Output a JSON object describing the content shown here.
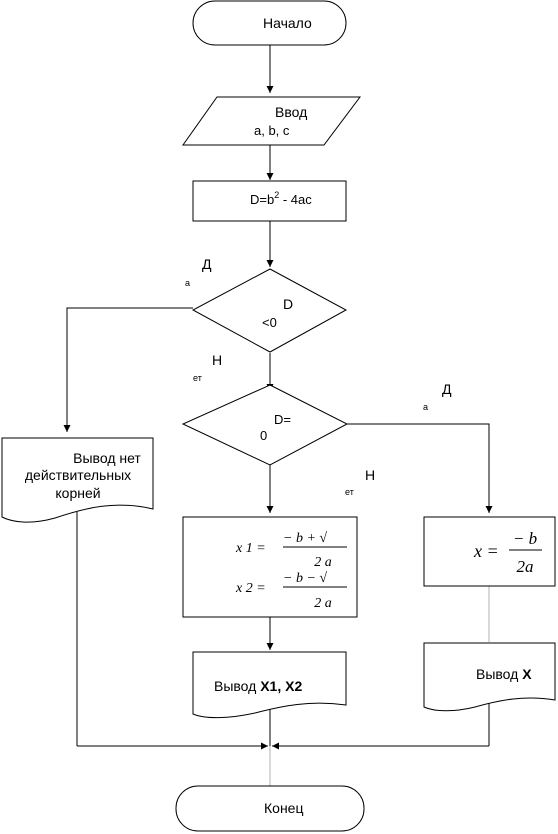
{
  "start": {
    "label": "Начало"
  },
  "input": {
    "title": "Ввод",
    "vars": "a, b, c"
  },
  "discriminant": {
    "left": "D=b",
    "sup": "2",
    "right": " - 4ac"
  },
  "decision1": {
    "line1": "D",
    "line2": "<0",
    "yes": "Д",
    "yes_tail": "а",
    "no": "Н",
    "no_tail": "ет"
  },
  "decision2": {
    "line1": "D=",
    "line2": "0",
    "yes": "Д",
    "yes_tail": "а",
    "no": "Н",
    "no_tail": "ет"
  },
  "no_roots": {
    "line1": "Вывод нет",
    "line2": "действительных",
    "line3": "корней"
  },
  "roots": {
    "x1_lhs": "x 1  =",
    "x1_num": "− b  +  √",
    "x2_lhs": "x 2  =",
    "x2_num": "− b  −  √",
    "den": "2 a"
  },
  "single_root": {
    "lhs": "x =",
    "num": "− b",
    "den": "2a"
  },
  "output_roots": {
    "prefix": "Вывод ",
    "bold": "X1, X2"
  },
  "output_single": {
    "prefix": "Вывод ",
    "bold": "X"
  },
  "end": {
    "label": "Конец"
  }
}
